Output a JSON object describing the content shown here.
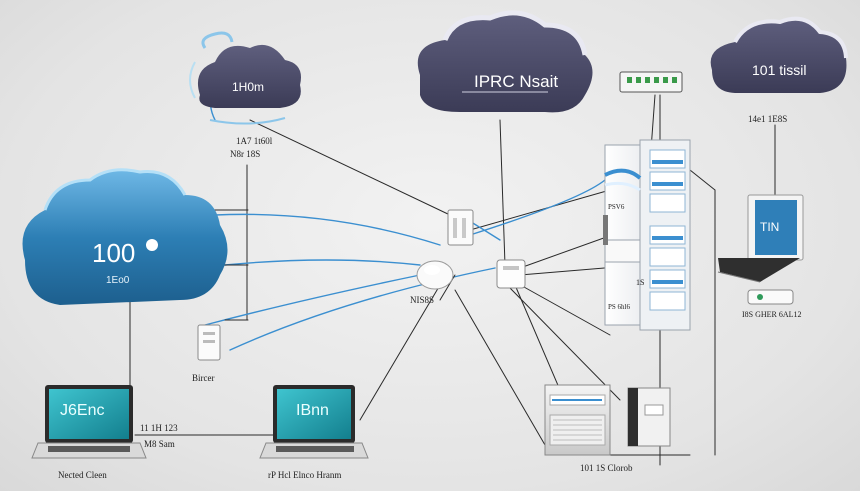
{
  "clouds": {
    "top_left": "1H0m",
    "top_center": "IPRC Nsait",
    "top_right": "101 tissil",
    "big_left_line1": "100",
    "big_left_line2": "1Eo0"
  },
  "labels": {
    "top_left_1": "1A7 1t60l",
    "top_left_2": "N8r 18S",
    "top_right_1": "14e1 1E8S",
    "rack_1": "PSV6",
    "rack_2": "1S",
    "rack_3": "PS 6hl6",
    "right_bottom": "I8S GHER 6AL12",
    "hub_center": "NIS8S",
    "small_device": "Bircer",
    "laptop_left_1": "11 1H 123",
    "laptop_left_2": "M8 Sam",
    "laptop_left_caption": "Nected Cleen",
    "laptop_mid_caption": "rP Hcl Elnco Hranm",
    "servers_caption": "101 1S Clorob"
  },
  "screens": {
    "laptop_left": "J6Enc",
    "laptop_mid": "IBnn",
    "laptop_right": "TIN"
  },
  "colors": {
    "cloud_dark": "#4a4a66",
    "cloud_blue": "#2d7fb5",
    "wire_blue": "#3b8fd0",
    "screen_teal": "#1f9aa8"
  }
}
